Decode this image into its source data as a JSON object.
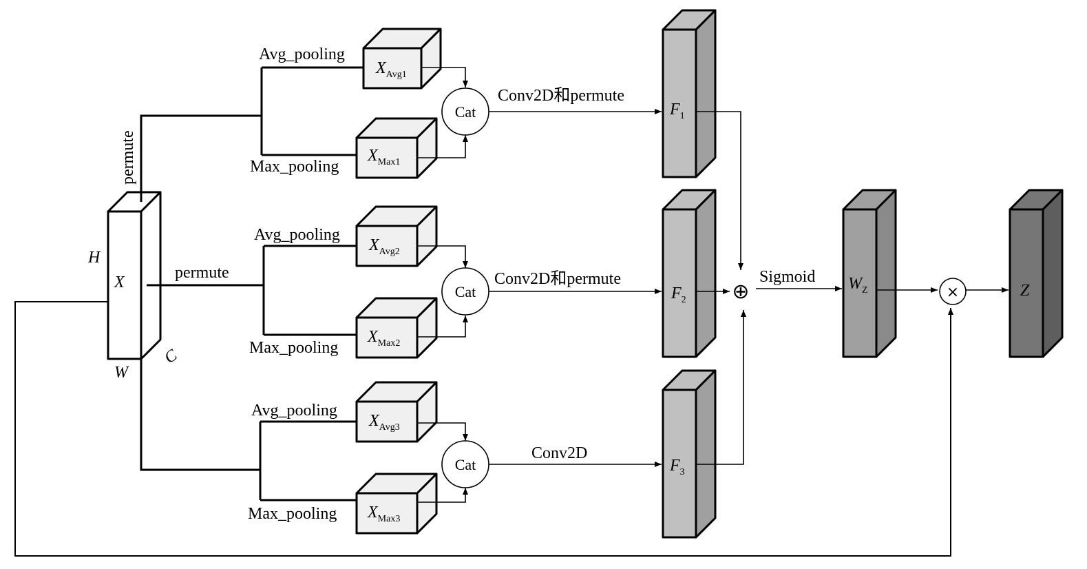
{
  "input": {
    "symbol": "X",
    "dim_h": "H",
    "dim_w": "W",
    "dim_c": "C"
  },
  "branches": [
    {
      "permute_label": "permute",
      "avg_label": "Avg_pooling",
      "max_label": "Max_pooling",
      "avg_symbol": "X",
      "avg_sub": "Avg1",
      "max_symbol": "X",
      "max_sub": "Max1",
      "cat_label": "Cat",
      "conv_label": "Conv2D和permute",
      "feature_symbol": "F",
      "feature_sub": "1"
    },
    {
      "permute_label": "permute",
      "avg_label": "Avg_pooling",
      "max_label": "Max_pooling",
      "avg_symbol": "X",
      "avg_sub": "Avg2",
      "max_symbol": "X",
      "max_sub": "Max2",
      "cat_label": "Cat",
      "conv_label": "Conv2D和permute",
      "feature_symbol": "F",
      "feature_sub": "2"
    },
    {
      "avg_label": "Avg_pooling",
      "max_label": "Max_pooling",
      "avg_symbol": "X",
      "avg_sub": "Avg3",
      "max_symbol": "X",
      "max_sub": "Max3",
      "cat_label": "Cat",
      "conv_label": "Conv2D",
      "feature_symbol": "F",
      "feature_sub": "3"
    }
  ],
  "sum_symbol": "⊕",
  "sigmoid_label": "Sigmoid",
  "weight": {
    "symbol": "W",
    "sub": "Z"
  },
  "multiply_symbol": "×",
  "output": {
    "symbol": "Z"
  },
  "colors": {
    "input_face": "#ffffff",
    "pool_face": "#f0f0f0",
    "feature_face": "#c0c0c0",
    "feature_side": "#a0a0a0",
    "weight_face": "#a0a0a0",
    "weight_side": "#8a8a8a",
    "output_face": "#767676",
    "output_side": "#5e5e5e"
  }
}
